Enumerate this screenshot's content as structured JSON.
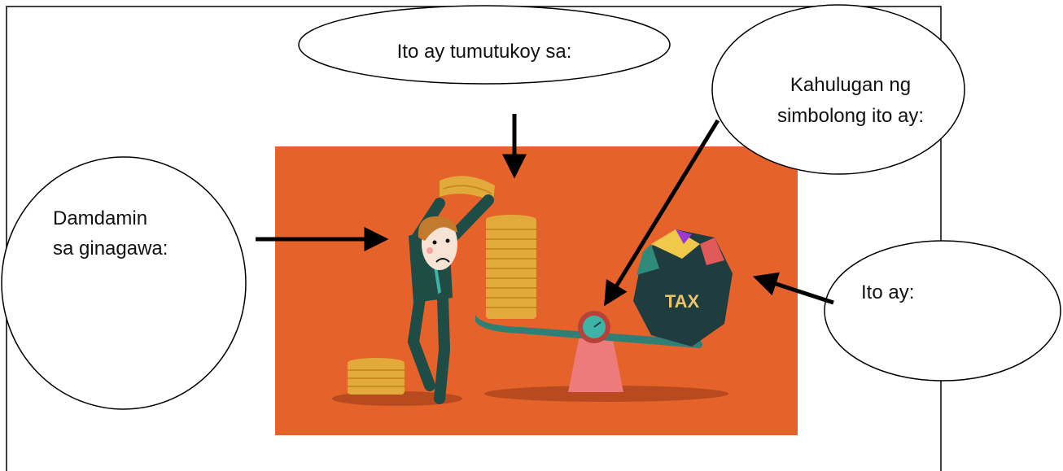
{
  "worksheet": {
    "bubbles": {
      "top_center": {
        "text": "Ito ay tumutukoy sa:"
      },
      "top_right": {
        "line1": "Kahulugan ng",
        "line2": "simbolong ito ay:"
      },
      "left": {
        "line1": "Damdamin",
        "line2": "sa ginagawa:"
      },
      "right": {
        "text": "Ito ay:"
      }
    },
    "illustration": {
      "weight_label": "TAX",
      "colors": {
        "background": "#e6622b",
        "coin": "#e2a93b",
        "coin_stripe": "#c98a20",
        "scale_beam": "#2f7f75",
        "fulcrum": "#ee7b7b",
        "weight": "#1f3d3f",
        "shadow": "#b84a1f",
        "suit": "#1f4c45",
        "hair": "#c47a2c",
        "skin": "#f7e3d3"
      }
    }
  }
}
